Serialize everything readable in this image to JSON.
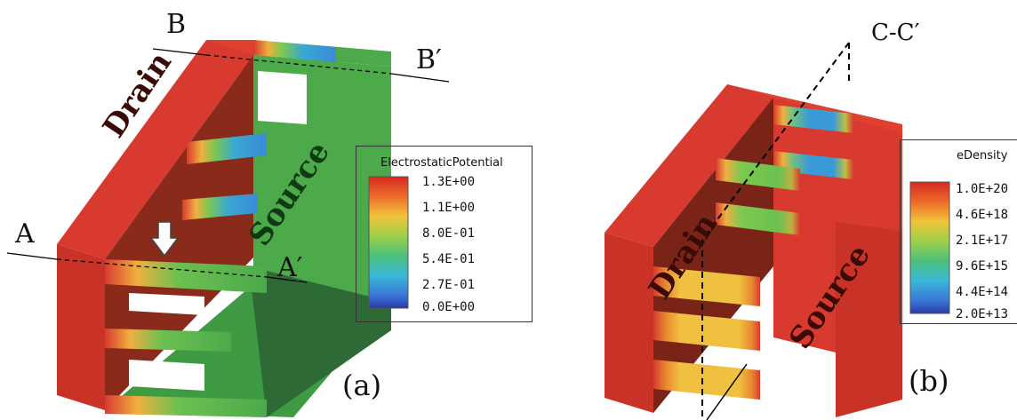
{
  "panel_a": {
    "labels": {
      "b": "B",
      "b_prime": "B′",
      "a": "A",
      "a_prime": "A′",
      "drain": "Drain",
      "source": "Source",
      "caption": "(a)"
    },
    "legend": {
      "title": "ElectrostaticPotential",
      "ticks": [
        "1.3E+00",
        "1.1E+00",
        "8.0E-01",
        "5.4E-01",
        "2.7E-01",
        "0.0E+00"
      ]
    }
  },
  "panel_b": {
    "labels": {
      "cc": "C-C′",
      "drain": "Drain",
      "source": "Source",
      "caption": "(b)"
    },
    "legend": {
      "title": "eDensity",
      "ticks": [
        "1.0E+20",
        "4.6E+18",
        "2.1E+17",
        "9.6E+15",
        "4.4E+14",
        "2.0E+13"
      ]
    }
  },
  "colors": {
    "high": "#e0302a",
    "low": "#2a4fc0",
    "drain_face": "#d83a30",
    "drain_dark": "#7a2418",
    "source_face": "#4caa4a",
    "source_dark": "#2e6a36",
    "channel_yellow": "#f0c040"
  }
}
